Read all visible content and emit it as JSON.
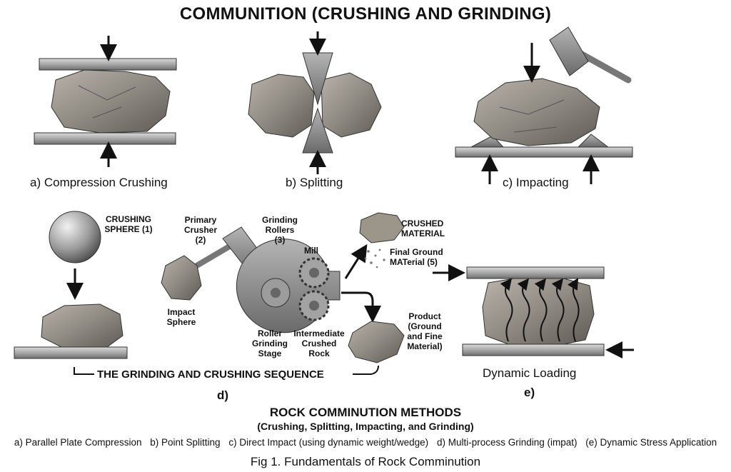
{
  "title": "COMMUNITION (CRUSHING AND GRINDING)",
  "panels": {
    "a": {
      "caption": "a) Compression Crushing"
    },
    "b": {
      "caption": "b) Splitting"
    },
    "c": {
      "caption": "c) Impacting"
    },
    "d": {
      "letter": "d)",
      "sequence_label": "THE GRINDING AND CRUSHING SEQUENCE",
      "labels": {
        "crushing_sphere": [
          "CRUSHING",
          "SPHERE (1)"
        ],
        "primary_crusher": [
          "Primary",
          "Crusher",
          "(2)"
        ],
        "grinding_rollers": [
          "Grinding",
          "Rollers",
          "(3)"
        ],
        "mill": [
          "Mill"
        ],
        "crushed_material": [
          "CRUSHED",
          "MATERIAL"
        ],
        "final_ground": [
          "Final Ground",
          "MATerial (5)"
        ],
        "impact_sphere": [
          "Impact",
          "Sphere"
        ],
        "roller_grinding": [
          "Roller",
          "Grinding",
          "Stage"
        ],
        "intermediate": [
          "Intermediate",
          "Crushed",
          "Rock"
        ],
        "product": [
          "Product",
          "(Ground",
          "and Fine",
          "Material)"
        ]
      }
    },
    "e": {
      "caption": "Dynamic Loading",
      "letter": "e)"
    }
  },
  "methods": {
    "title": "ROCK COMMINUTION METHODS",
    "subtitle": "(Crushing, Splitting, Impacting, and Grinding)",
    "legend": [
      "a) Parallel Plate Compression",
      "b) Point Splitting",
      "c) Direct Impact (using dynamic weight/wedge)",
      "d) Multi-process Grinding (impat)",
      "(e) Dynamic Stress Application"
    ]
  },
  "figure_caption": "Fig 1. Fundamentals of Rock Comminution"
}
